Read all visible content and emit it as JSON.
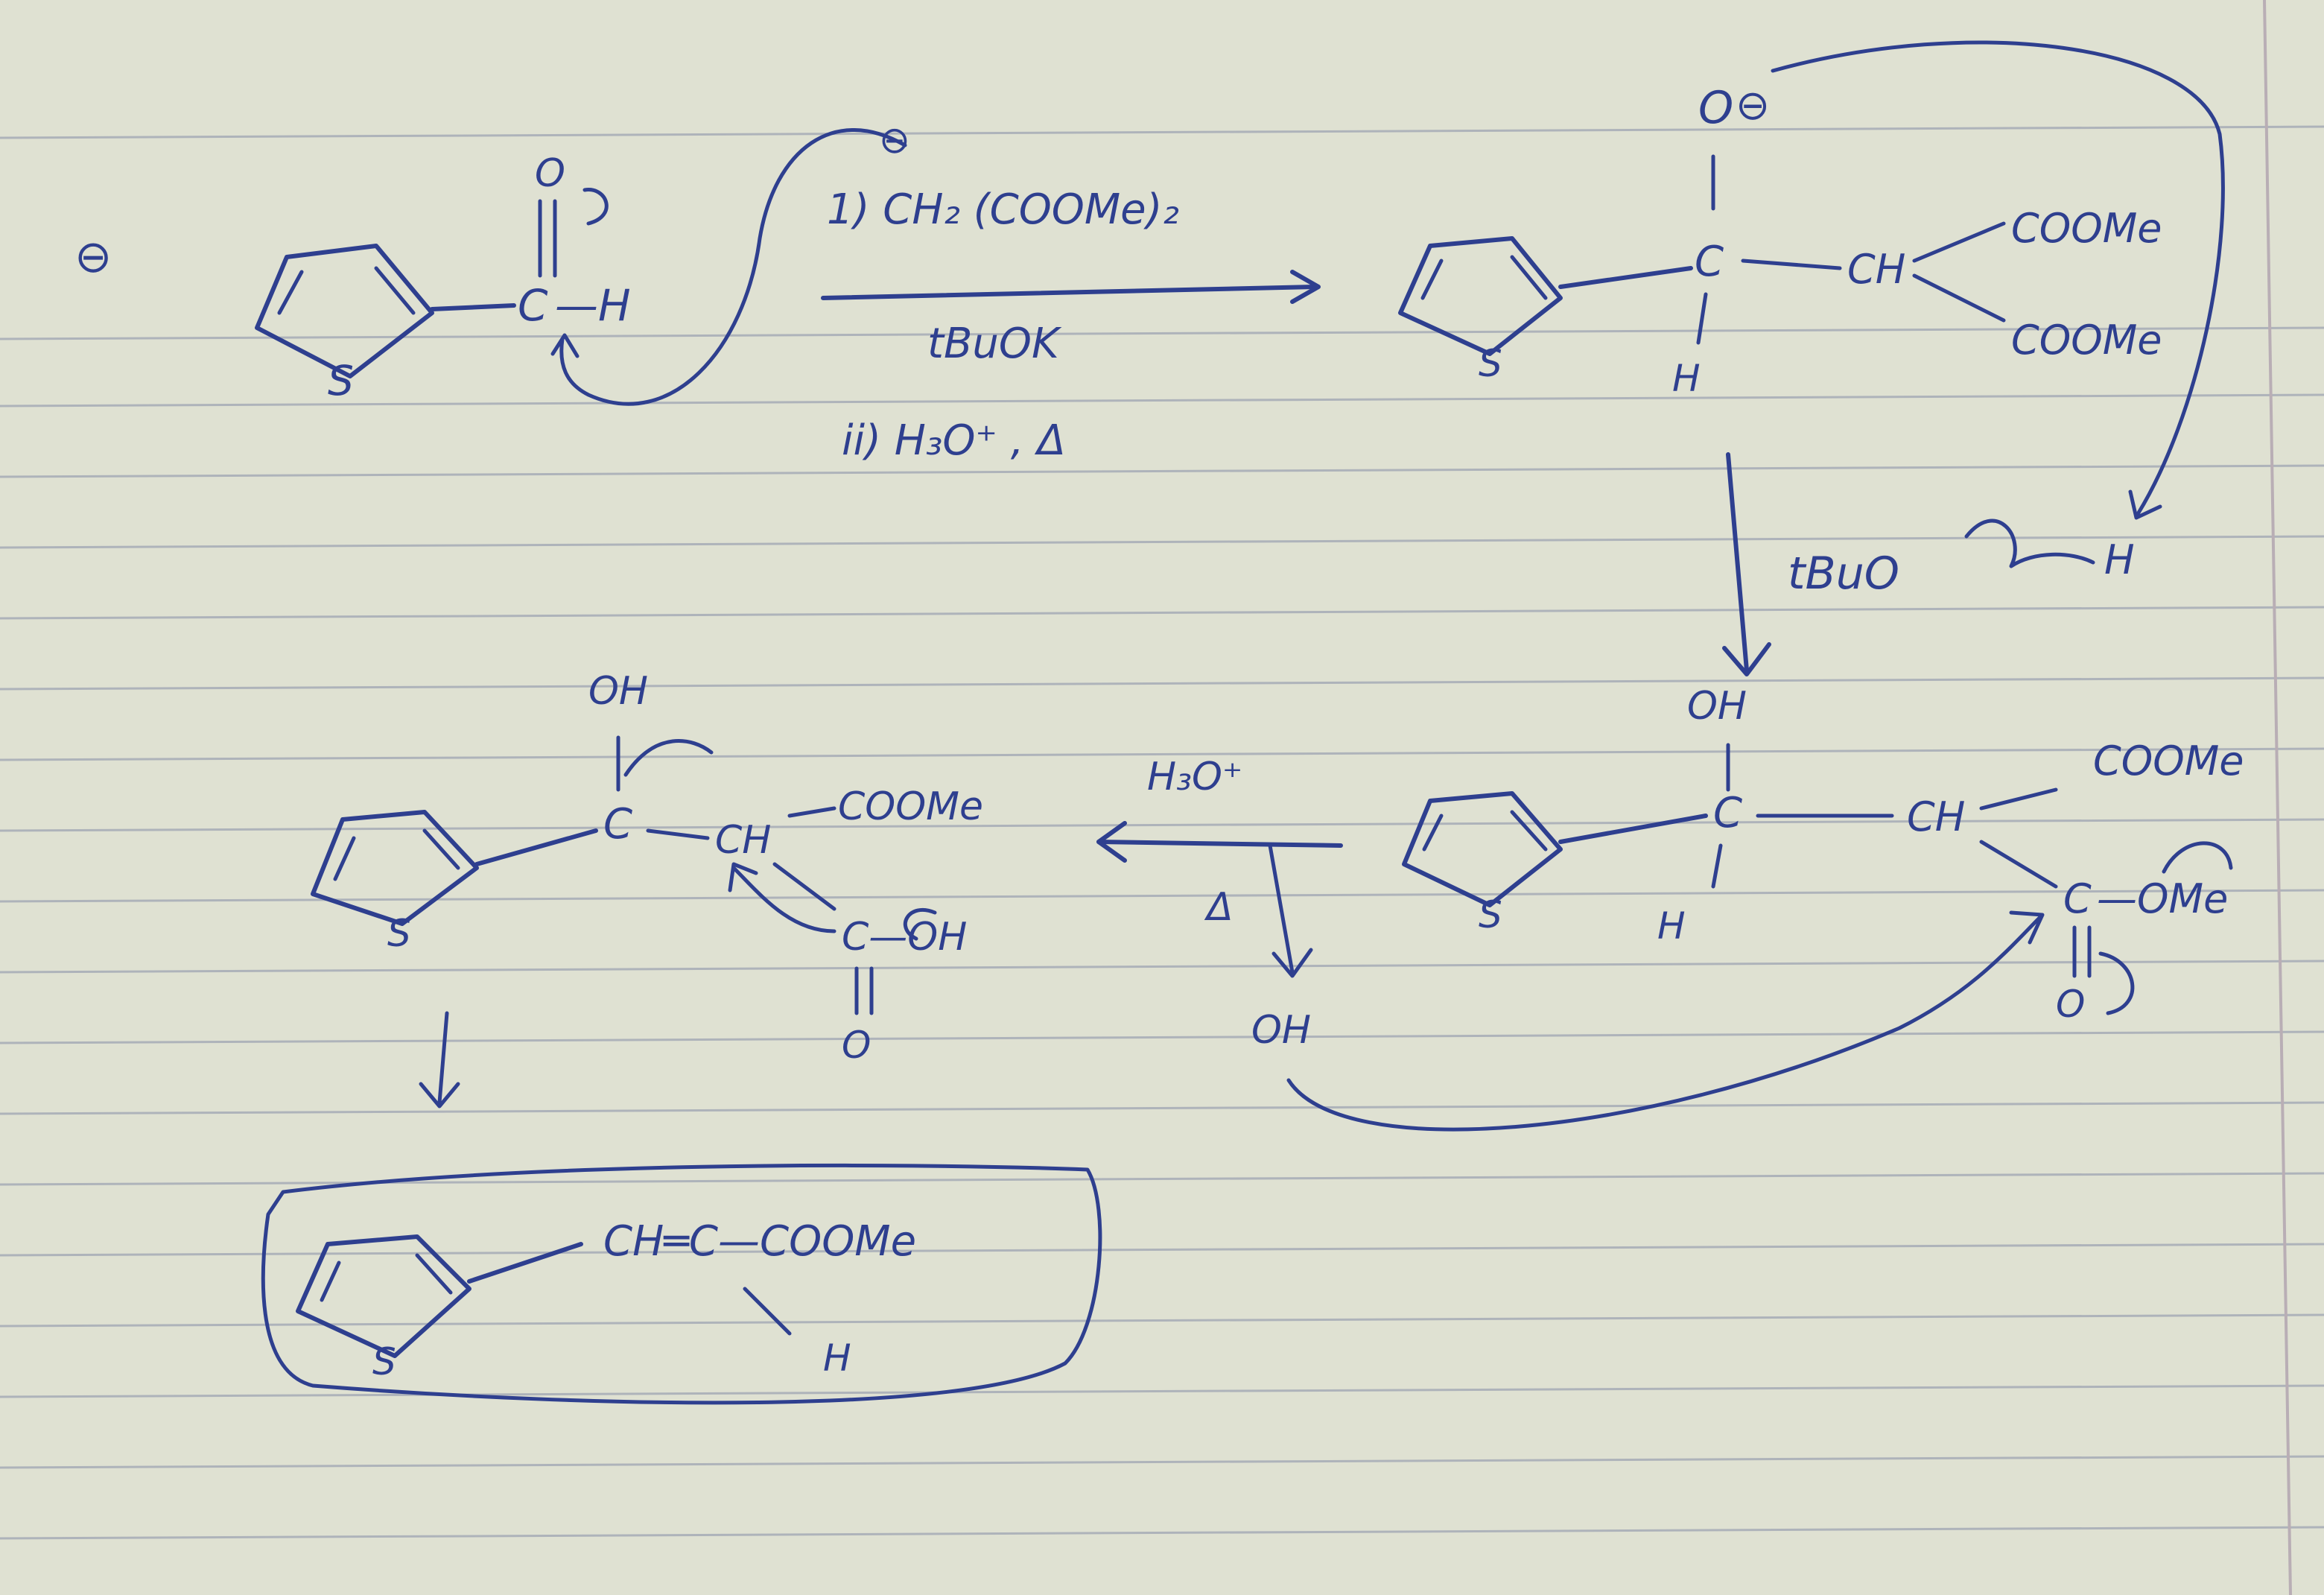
{
  "colors": {
    "paper": "#dfe1d2",
    "ink": "#2e3f8f",
    "rule": "#9aa0b0",
    "margin": "#b9aeb5"
  },
  "reagents": {
    "step1": "1) CH₂ (COOMe)₂",
    "base": "tBuOK",
    "step2": "ii) H₃O⁺ , Δ",
    "deprotonation": "tBuO",
    "deprotonation_h": "H",
    "acid": "H₃O⁺",
    "heat": "Δ"
  },
  "labels": {
    "charge_minus": "⊖",
    "ring_s": "S",
    "oxygen": "O",
    "carbon": "C",
    "hydrogen": "H",
    "aldehyde_h": "—H",
    "ch": "CH",
    "coome": "COOMe",
    "oh": "OH",
    "ome": "—OMe",
    "cooh": "C—OH",
    "product_chain": "CH═C—COOMe"
  }
}
